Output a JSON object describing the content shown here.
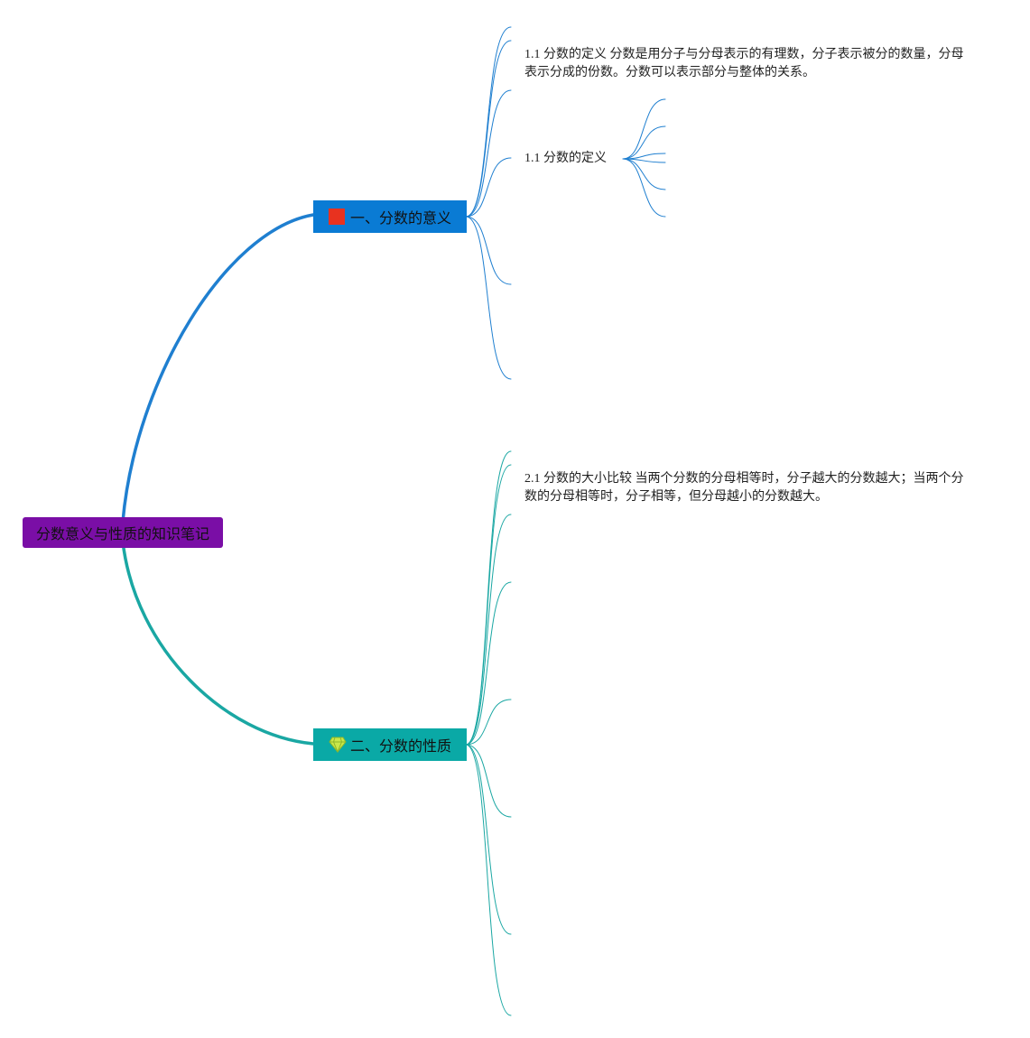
{
  "root": {
    "label": "分数意义与性质的知识笔记",
    "color": "#7a0ea6"
  },
  "branches": [
    {
      "label": "一、分数的意义",
      "icon": "flag-icon",
      "color": "#0a7bd4",
      "line_color": "#1f7fd0",
      "note": "1.1 分数的定义 分数是用分子与分母表示的有理数，分子表示被分的数量，分母表示分成的份数。分数可以表示部分与整体的关系。",
      "sub_label": "1.1 分数的定义"
    },
    {
      "label": "二、分数的性质",
      "icon": "diamond-icon",
      "color": "#0aa9a6",
      "line_color": "#1aa7a3",
      "note": "2.1 分数的大小比较 当两个分数的分母相等时，分子越大的分数越大；当两个分数的分母相等时，分子相等，但分母越小的分数越大。"
    }
  ]
}
